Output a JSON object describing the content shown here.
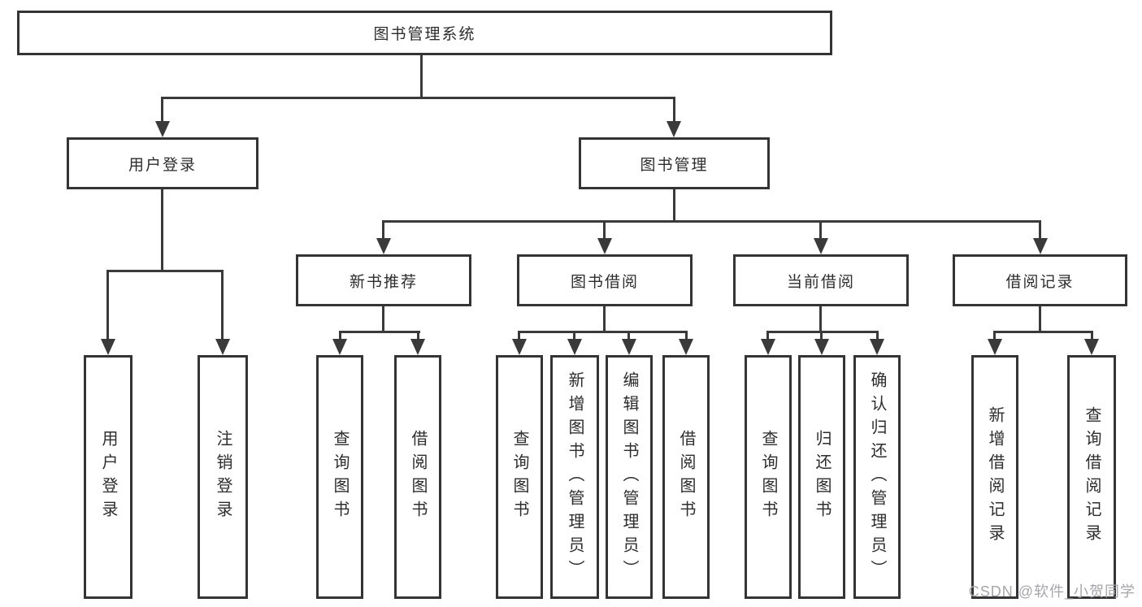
{
  "diagram_title": "图书管理系统",
  "tree": {
    "root": {
      "label": "图书管理系统"
    },
    "branches": [
      {
        "label": "用户登录",
        "children": [
          {
            "label": "用户登录"
          },
          {
            "label": "注销登录"
          }
        ]
      },
      {
        "label": "图书管理",
        "children": [
          {
            "label": "新书推荐",
            "children": [
              {
                "label": "查询图书"
              },
              {
                "label": "借阅图书"
              }
            ]
          },
          {
            "label": "图书借阅",
            "children": [
              {
                "label": "查询图书"
              },
              {
                "label": "新增图书（管理员）"
              },
              {
                "label": "编辑图书（管理员）"
              },
              {
                "label": "借阅图书"
              }
            ]
          },
          {
            "label": "当前借阅",
            "children": [
              {
                "label": "查询图书"
              },
              {
                "label": "归还图书"
              },
              {
                "label": "确认归还（管理员）"
              }
            ]
          },
          {
            "label": "借阅记录",
            "children": [
              {
                "label": "新增借阅记录"
              },
              {
                "label": "查询借阅记录"
              }
            ]
          }
        ]
      }
    ]
  },
  "watermark": {
    "text": "CSDN @软件_小贺同学"
  },
  "colors": {
    "background": "#ffffff",
    "box_border": "#343434",
    "line": "#3a3a3a",
    "text": "#2d2d2d",
    "watermark": "#a6a6ab"
  }
}
